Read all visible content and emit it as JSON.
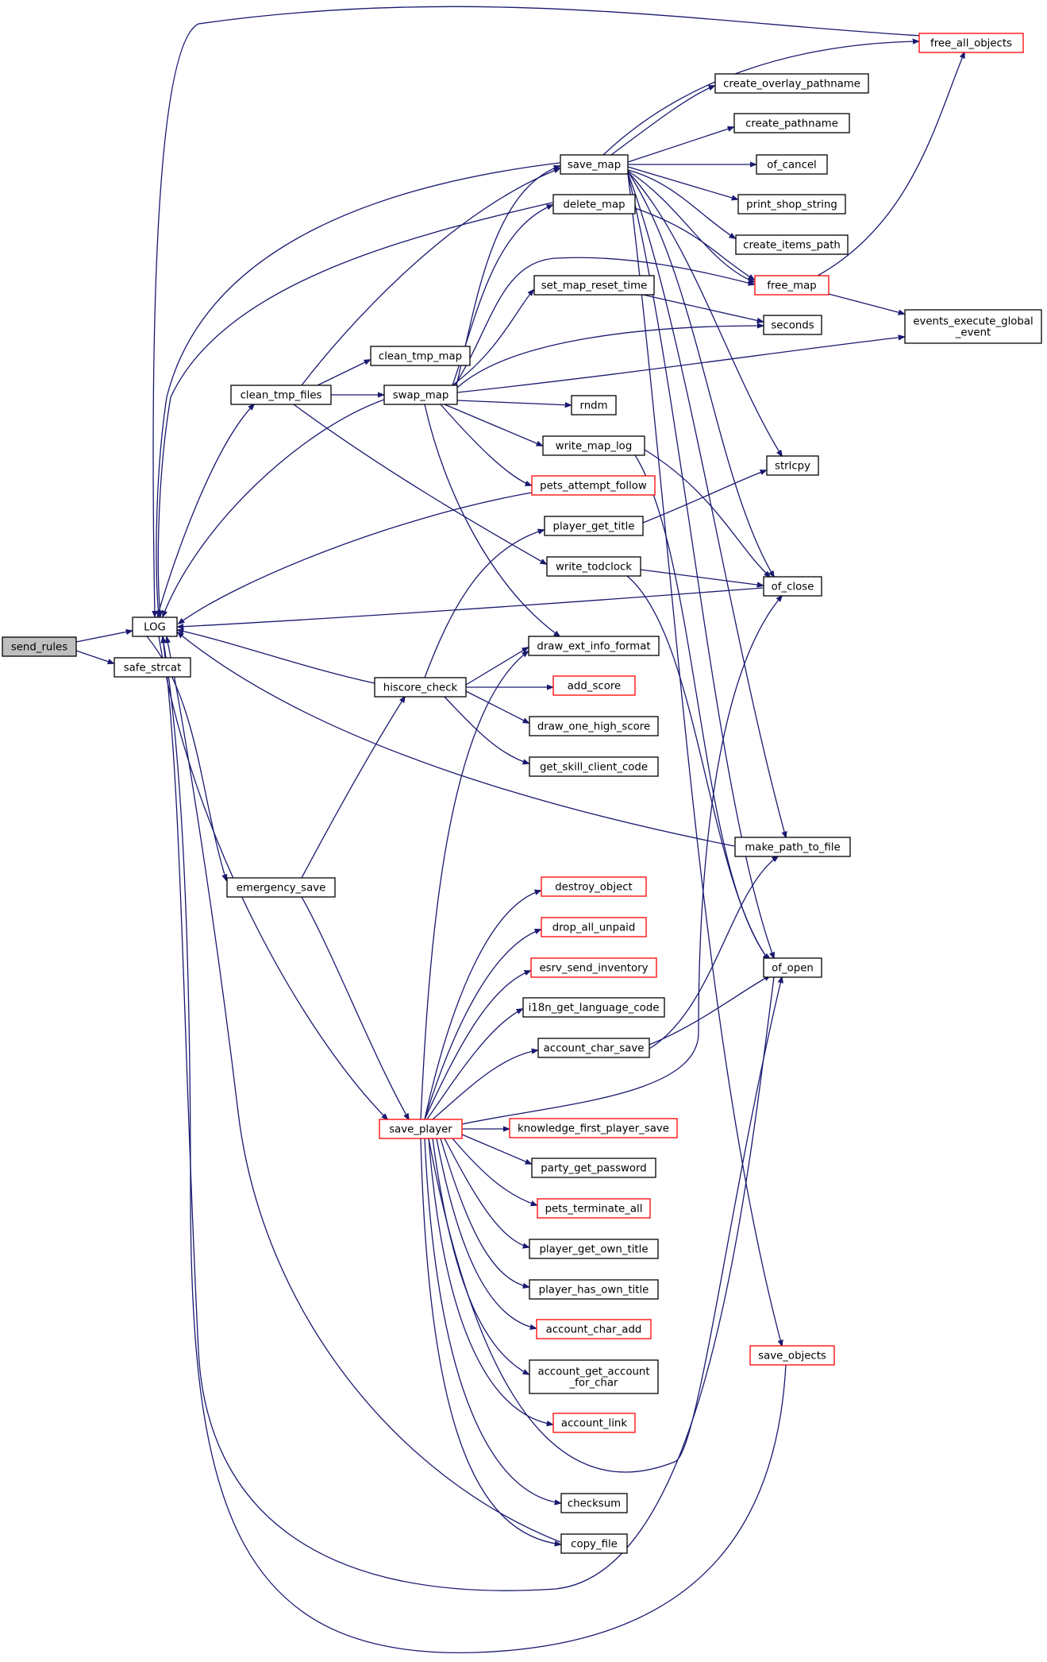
{
  "diagram": {
    "type": "call-graph",
    "colors": {
      "edge": "#191970",
      "node_border": "#000000",
      "node_border_truncated": "#ff0000",
      "root_fill": "#bfbfbf",
      "node_fill": "#ffffff",
      "text": "#000000"
    },
    "nodes": [
      {
        "id": "send_rules",
        "label": "send_rules",
        "root": true
      },
      {
        "id": "LOG",
        "label": "LOG"
      },
      {
        "id": "safe_strcat",
        "label": "safe_strcat"
      },
      {
        "id": "clean_tmp_files",
        "label": "clean_tmp_files"
      },
      {
        "id": "emergency_save",
        "label": "emergency_save"
      },
      {
        "id": "save_player",
        "label": "save_player",
        "truncated": true
      },
      {
        "id": "clean_tmp_map",
        "label": "clean_tmp_map"
      },
      {
        "id": "swap_map",
        "label": "swap_map"
      },
      {
        "id": "hiscore_check",
        "label": "hiscore_check"
      },
      {
        "id": "save_map",
        "label": "save_map"
      },
      {
        "id": "delete_map",
        "label": "delete_map"
      },
      {
        "id": "set_map_reset_time",
        "label": "set_map_reset_time"
      },
      {
        "id": "rndm",
        "label": "rndm"
      },
      {
        "id": "write_map_log",
        "label": "write_map_log"
      },
      {
        "id": "pets_attempt_follow",
        "label": "pets_attempt_follow",
        "truncated": true
      },
      {
        "id": "player_get_title",
        "label": "player_get_title"
      },
      {
        "id": "write_todclock",
        "label": "write_todclock"
      },
      {
        "id": "draw_ext_info_format",
        "label": "draw_ext_info_format"
      },
      {
        "id": "add_score",
        "label": "add_score",
        "truncated": true
      },
      {
        "id": "draw_one_high_score",
        "label": "draw_one_high_score"
      },
      {
        "id": "get_skill_client_code",
        "label": "get_skill_client_code"
      },
      {
        "id": "destroy_object",
        "label": "destroy_object",
        "truncated": true
      },
      {
        "id": "drop_all_unpaid",
        "label": "drop_all_unpaid",
        "truncated": true
      },
      {
        "id": "esrv_send_inventory",
        "label": "esrv_send_inventory",
        "truncated": true
      },
      {
        "id": "i18n_get_language_code",
        "label": "i18n_get_language_code"
      },
      {
        "id": "account_char_save",
        "label": "account_char_save"
      },
      {
        "id": "knowledge_first_player_save",
        "label": "knowledge_first_player_save",
        "truncated": true
      },
      {
        "id": "party_get_password",
        "label": "party_get_password"
      },
      {
        "id": "pets_terminate_all",
        "label": "pets_terminate_all",
        "truncated": true
      },
      {
        "id": "player_get_own_title",
        "label": "player_get_own_title"
      },
      {
        "id": "player_has_own_title",
        "label": "player_has_own_title"
      },
      {
        "id": "account_char_add",
        "label": "account_char_add",
        "truncated": true
      },
      {
        "id": "account_get_account_for_char",
        "label": "account_get_account\n_for_char"
      },
      {
        "id": "account_link",
        "label": "account_link",
        "truncated": true
      },
      {
        "id": "checksum",
        "label": "checksum"
      },
      {
        "id": "copy_file",
        "label": "copy_file"
      },
      {
        "id": "create_overlay_pathname",
        "label": "create_overlay_pathname"
      },
      {
        "id": "create_pathname",
        "label": "create_pathname"
      },
      {
        "id": "of_cancel",
        "label": "of_cancel"
      },
      {
        "id": "print_shop_string",
        "label": "print_shop_string"
      },
      {
        "id": "create_items_path",
        "label": "create_items_path"
      },
      {
        "id": "free_map",
        "label": "free_map",
        "truncated": true
      },
      {
        "id": "seconds",
        "label": "seconds"
      },
      {
        "id": "free_all_objects",
        "label": "free_all_objects",
        "truncated": true
      },
      {
        "id": "events_execute_global_event",
        "label": "events_execute_global\n_event"
      },
      {
        "id": "strlcpy",
        "label": "strlcpy"
      },
      {
        "id": "of_close",
        "label": "of_close"
      },
      {
        "id": "make_path_to_file",
        "label": "make_path_to_file"
      },
      {
        "id": "of_open",
        "label": "of_open"
      },
      {
        "id": "save_objects",
        "label": "save_objects",
        "truncated": true
      }
    ],
    "edges": [
      [
        "send_rules",
        "LOG"
      ],
      [
        "send_rules",
        "safe_strcat"
      ],
      [
        "LOG",
        "clean_tmp_files"
      ],
      [
        "LOG",
        "emergency_save"
      ],
      [
        "LOG",
        "save_player"
      ],
      [
        "clean_tmp_files",
        "clean_tmp_map"
      ],
      [
        "clean_tmp_files",
        "swap_map"
      ],
      [
        "clean_tmp_files",
        "save_map"
      ],
      [
        "clean_tmp_files",
        "write_todclock"
      ],
      [
        "emergency_save",
        "hiscore_check"
      ],
      [
        "emergency_save",
        "save_player"
      ],
      [
        "swap_map",
        "save_map"
      ],
      [
        "swap_map",
        "delete_map"
      ],
      [
        "swap_map",
        "free_map"
      ],
      [
        "swap_map",
        "set_map_reset_time"
      ],
      [
        "swap_map",
        "seconds"
      ],
      [
        "swap_map",
        "events_execute_global_event"
      ],
      [
        "swap_map",
        "rndm"
      ],
      [
        "swap_map",
        "write_map_log"
      ],
      [
        "swap_map",
        "pets_attempt_follow"
      ],
      [
        "swap_map",
        "draw_ext_info_format"
      ],
      [
        "save_map",
        "create_overlay_pathname"
      ],
      [
        "save_map",
        "create_pathname"
      ],
      [
        "save_map",
        "of_cancel"
      ],
      [
        "save_map",
        "print_shop_string"
      ],
      [
        "save_map",
        "create_items_path"
      ],
      [
        "save_map",
        "free_map"
      ],
      [
        "save_map",
        "free_all_objects"
      ],
      [
        "save_map",
        "strlcpy"
      ],
      [
        "save_map",
        "of_close"
      ],
      [
        "save_map",
        "make_path_to_file"
      ],
      [
        "save_map",
        "of_open"
      ],
      [
        "save_map",
        "save_objects"
      ],
      [
        "delete_map",
        "free_map"
      ],
      [
        "free_map",
        "free_all_objects"
      ],
      [
        "free_map",
        "events_execute_global_event"
      ],
      [
        "set_map_reset_time",
        "seconds"
      ],
      [
        "write_map_log",
        "of_close"
      ],
      [
        "write_map_log",
        "of_open"
      ],
      [
        "write_todclock",
        "of_close"
      ],
      [
        "write_todclock",
        "of_open"
      ],
      [
        "player_get_title",
        "strlcpy"
      ],
      [
        "hiscore_check",
        "player_get_title"
      ],
      [
        "hiscore_check",
        "draw_ext_info_format"
      ],
      [
        "hiscore_check",
        "add_score"
      ],
      [
        "hiscore_check",
        "draw_one_high_score"
      ],
      [
        "hiscore_check",
        "get_skill_client_code"
      ],
      [
        "save_player",
        "draw_ext_info_format"
      ],
      [
        "save_player",
        "destroy_object"
      ],
      [
        "save_player",
        "drop_all_unpaid"
      ],
      [
        "save_player",
        "esrv_send_inventory"
      ],
      [
        "save_player",
        "i18n_get_language_code"
      ],
      [
        "save_player",
        "account_char_save"
      ],
      [
        "save_player",
        "knowledge_first_player_save"
      ],
      [
        "save_player",
        "party_get_password"
      ],
      [
        "save_player",
        "pets_terminate_all"
      ],
      [
        "save_player",
        "player_get_own_title"
      ],
      [
        "save_player",
        "player_has_own_title"
      ],
      [
        "save_player",
        "account_char_add"
      ],
      [
        "save_player",
        "account_get_account_for_char"
      ],
      [
        "save_player",
        "account_link"
      ],
      [
        "save_player",
        "checksum"
      ],
      [
        "save_player",
        "copy_file"
      ],
      [
        "save_player",
        "of_close"
      ],
      [
        "save_player",
        "of_open"
      ],
      [
        "account_char_save",
        "make_path_to_file"
      ],
      [
        "account_char_save",
        "of_open"
      ],
      [
        "free_all_objects",
        "LOG"
      ],
      [
        "save_map",
        "LOG"
      ],
      [
        "delete_map",
        "LOG"
      ],
      [
        "swap_map",
        "LOG"
      ],
      [
        "pets_attempt_follow",
        "LOG"
      ],
      [
        "of_close",
        "LOG"
      ],
      [
        "hiscore_check",
        "LOG"
      ],
      [
        "make_path_to_file",
        "LOG"
      ],
      [
        "copy_file",
        "LOG"
      ],
      [
        "of_open",
        "LOG"
      ],
      [
        "save_objects",
        "LOG"
      ]
    ]
  }
}
